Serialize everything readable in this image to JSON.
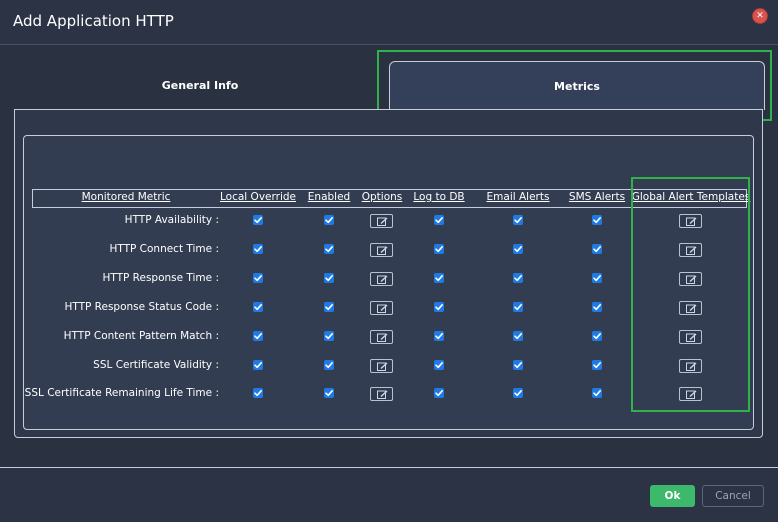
{
  "dialog": {
    "title": "Add Application HTTP",
    "close_icon": "close-icon"
  },
  "tabs": [
    {
      "label": "General Info",
      "active": false
    },
    {
      "label": "Metrics",
      "active": true
    }
  ],
  "table": {
    "columns": [
      "Monitored Metric",
      "Local Override",
      "Enabled",
      "Options",
      "Log to DB",
      "Email Alerts",
      "SMS Alerts",
      "Global Alert Templates"
    ],
    "rows": [
      {
        "metric": "HTTP Availability :",
        "local_override": true,
        "enabled": true,
        "log_to_db": true,
        "email_alerts": true,
        "sms_alerts": true
      },
      {
        "metric": "HTTP Connect Time :",
        "local_override": true,
        "enabled": true,
        "log_to_db": true,
        "email_alerts": true,
        "sms_alerts": true
      },
      {
        "metric": "HTTP Response Time :",
        "local_override": true,
        "enabled": true,
        "log_to_db": true,
        "email_alerts": true,
        "sms_alerts": true
      },
      {
        "metric": "HTTP Response Status Code :",
        "local_override": true,
        "enabled": true,
        "log_to_db": true,
        "email_alerts": true,
        "sms_alerts": true
      },
      {
        "metric": "HTTP Content Pattern Match :",
        "local_override": true,
        "enabled": true,
        "log_to_db": true,
        "email_alerts": true,
        "sms_alerts": true
      },
      {
        "metric": "SSL Certificate Validity :",
        "local_override": true,
        "enabled": true,
        "log_to_db": true,
        "email_alerts": true,
        "sms_alerts": true
      },
      {
        "metric": "SSL Certificate Remaining Life Time :",
        "local_override": true,
        "enabled": true,
        "log_to_db": true,
        "email_alerts": true,
        "sms_alerts": true
      }
    ]
  },
  "footer": {
    "ok_label": "Ok",
    "cancel_label": "Cancel"
  },
  "colors": {
    "background": "#272f3f",
    "panel": "#323d52",
    "checkbox": "#1e7ae5",
    "ok_button": "#3cb96a",
    "highlight": "#2fb24a",
    "close_button": "#d9534f"
  },
  "icons": {
    "options": "edit-icon",
    "global_alert_templates": "edit-icon"
  }
}
